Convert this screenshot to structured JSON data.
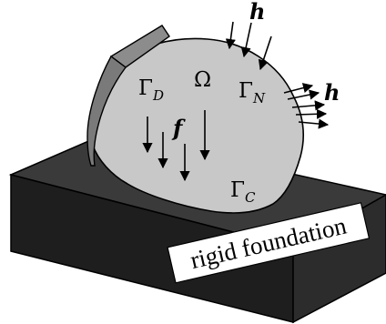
{
  "labels": {
    "dirichlet_main": "Γ",
    "dirichlet_sub": "D",
    "domain": "Ω",
    "neumann_main": "Γ",
    "neumann_sub": "N",
    "contact_main": "Γ",
    "contact_sub": "C",
    "body_force": "f",
    "traction_top": "h",
    "traction_right": "h"
  },
  "foundation": {
    "text": "rigid foundation"
  },
  "colors": {
    "body_fill": "#c8c8c8",
    "dirichlet_fill": "#8c8c8c",
    "foundation_top": "#3a3a3a",
    "foundation_front": "#1e1e1e",
    "foundation_side": "#2c2c2c",
    "stroke": "#000000"
  }
}
